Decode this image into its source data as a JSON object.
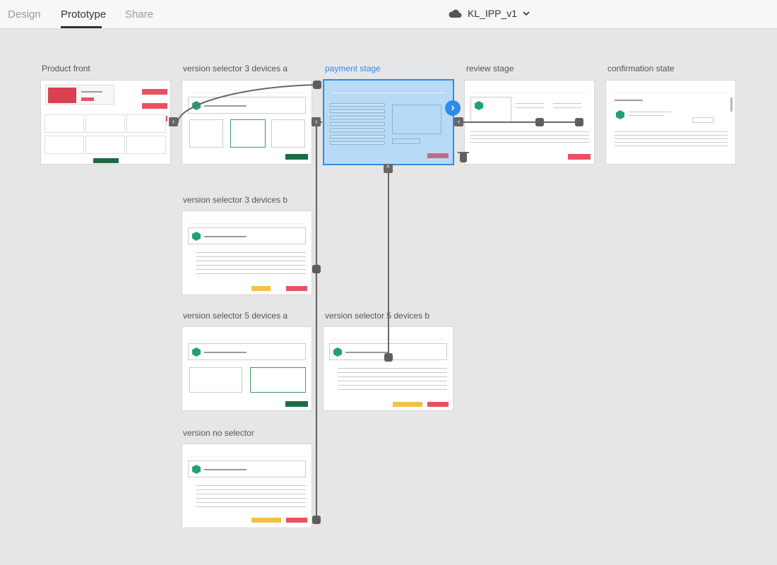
{
  "topbar": {
    "tabs": [
      "Design",
      "Prototype",
      "Share"
    ],
    "active_tab": "Prototype",
    "document_title": "KL_IPP_v1"
  },
  "artboards": [
    {
      "name": "Product front",
      "selected": false
    },
    {
      "name": "version selector 3 devices a",
      "selected": false
    },
    {
      "name": "payment stage",
      "selected": true
    },
    {
      "name": "review stage",
      "selected": false
    },
    {
      "name": "confirmation state",
      "selected": false
    },
    {
      "name": "version selector 3 devices b",
      "selected": false
    },
    {
      "name": "version selector 5 devices a",
      "selected": false
    },
    {
      "name": "version selector 5 devices b",
      "selected": false
    },
    {
      "name": "version no selector",
      "selected": false
    }
  ],
  "colors": {
    "selection": "#2d8ceb",
    "selection_fill": "#b7dbf7",
    "wire": "#686868",
    "canvas": "#e6e6e6"
  },
  "icons": [
    "cloud-icon",
    "chevron-down-icon",
    "chevron-left-icon",
    "chevron-right-icon",
    "chevron-up-icon"
  ]
}
